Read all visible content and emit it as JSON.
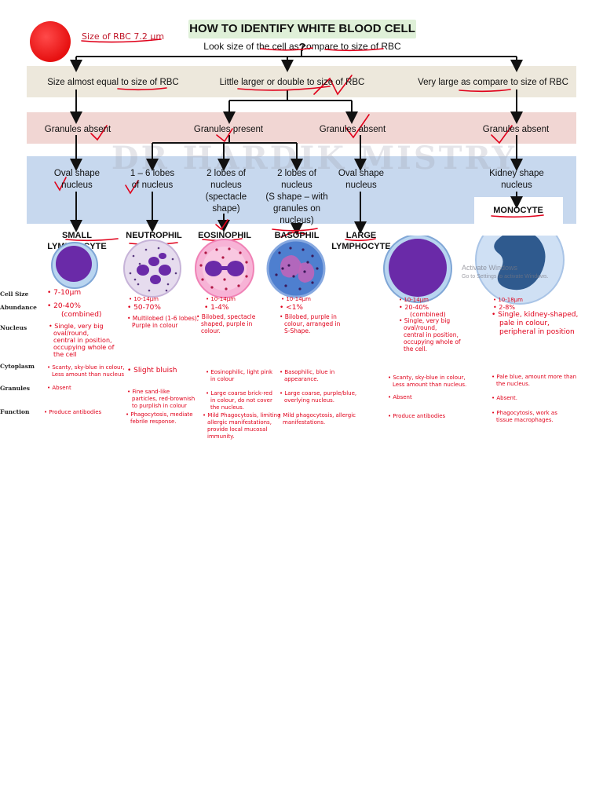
{
  "title": "HOW TO IDENTIFY WHITE BLOOD CELL ?",
  "subtitle": "Look size of the cell as compare to size of RBC",
  "rbc_label": "Size of RBC 7.2 µm",
  "watermark": "DR HARDIK MISTRY",
  "activate_windows": {
    "line1": "Activate Windows",
    "line2": "Go to Settings to activate Windows."
  },
  "level1": {
    "equal": "Size almost equal to size of RBC",
    "larger": "Little larger or double to size of RBC",
    "very_large": "Very large as compare to size of RBC"
  },
  "level2": {
    "absent_a": "Granules absent",
    "present": "Granules present",
    "absent_b": "Granules absent",
    "absent_c": "Granules absent"
  },
  "level3": {
    "oval_a": [
      "Oval shape",
      "nucleus"
    ],
    "lobes_1_6": [
      "1 – 6 lobes",
      "of nucleus"
    ],
    "two_lobes_spectacle": [
      "2 lobes of",
      "nucleus",
      "(spectacle",
      "shape)"
    ],
    "two_lobes_s": [
      "2 lobes of",
      "nucleus",
      "(S shape – with",
      "granules on",
      "nucleus)"
    ],
    "oval_b": [
      "Oval shape",
      "nucleus"
    ],
    "kidney": [
      "Kidney shape",
      "nucleus"
    ]
  },
  "cells": {
    "small_lymphocyte": "SMALL LYMPHOCYTE",
    "neutrophil": "NEUTROPHIL",
    "eosinophil": "EOSINOPHIL",
    "basophil": "BASOPHIL",
    "large_lymphocyte": [
      "LARGE",
      "LYMPHOCYTE"
    ],
    "monocyte": "MONOCYTE"
  },
  "row_labels": {
    "cell_size": "Cell Size",
    "abundance": "Abundance",
    "nucleus": "Nucleus",
    "cytoplasm": "Cytoplasm",
    "granules": "Granules",
    "function": "Function"
  },
  "notes": {
    "small_lymphocyte": {
      "size": "• 7-10µm",
      "abundance": [
        "• 20-40%",
        "(combined)"
      ],
      "nucleus": [
        "• Single, very big",
        "oval/round,",
        "central in position,",
        "occupying whole of",
        "the cell"
      ],
      "cytoplasm": [
        "• Scanty, sky-blue in colour,",
        "Less amount than nucleus"
      ],
      "granules": "• Absent",
      "function": "• Produce antibodies"
    },
    "neutrophil": {
      "size": "• 10-14µm",
      "abundance": "• 50-70%",
      "nucleus": [
        "• Multilobed (1-6 lobes),",
        "Purple in colour"
      ],
      "cytoplasm": "• Slight bluish",
      "granules": [
        "• Fine sand-like",
        "particles, red-brownish",
        "to purplish in colour"
      ],
      "function": [
        "• Phagocytosis, mediate",
        "febrile response."
      ]
    },
    "eosinophil": {
      "size": "• 10-14µm",
      "abundance": "• 1-4%",
      "nucleus": [
        "• Bilobed, spectacle",
        "shaped, purple in",
        "colour."
      ],
      "cytoplasm": [
        "• Eosinophilic, light pink",
        "in colour"
      ],
      "granules": [
        "• Large coarse brick-red",
        "in colour, do not cover",
        "the nucleus."
      ],
      "function": [
        "• Mild Phagocytosis, limiting",
        "allergic manifestations,",
        "provide local mucosal",
        "immunity."
      ]
    },
    "basophil": {
      "size": "• 10-14µm",
      "abundance": "• <1%",
      "nucleus": [
        "• Bilobed, purple in",
        "colour, arranged in",
        "S-Shape."
      ],
      "cytoplasm": [
        "• Basophilic, blue in",
        "appearance."
      ],
      "granules": [
        "• Large coarse, purple/blue,",
        "overlying nucleus."
      ],
      "function": [
        "• Mild phagocytosis, allergic",
        "manifestations."
      ]
    },
    "large_lymphocyte": {
      "size": "• 10-14µm",
      "abundance": [
        "• 20-40%",
        "(combined)"
      ],
      "nucleus": [
        "• Single, very big",
        "oval/round,",
        "central in position,",
        "occupying whole of",
        "the cell."
      ],
      "cytoplasm": [
        "• Scanty, sky-blue in colour,",
        "Less amount than nucleus."
      ],
      "granules": "• Absent",
      "function": "• Produce antibodies"
    },
    "monocyte": {
      "size": "• 10-18µm",
      "abundance": "• 2-8%",
      "nucleus": [
        "• Single, kidney-shaped,",
        "pale in colour,",
        "peripheral in position"
      ],
      "cytoplasm": [
        "• Pale blue, amount more than",
        "the nucleus."
      ],
      "granules": "• Absent.",
      "function": [
        "• Phagocytosis, work as",
        "tissue macrophages."
      ]
    }
  },
  "colors": {
    "rbc": "#f21f1f",
    "band_size": "#ede8dc",
    "band_granules": "#f1d6d3",
    "band_nucleus": "#c7d8ee",
    "title_bg": "#dff0d8",
    "annotation": "#e0001a",
    "nucleus_purple": "#6a2aa8",
    "monocyte_nucleus": "#2f5a8e"
  }
}
